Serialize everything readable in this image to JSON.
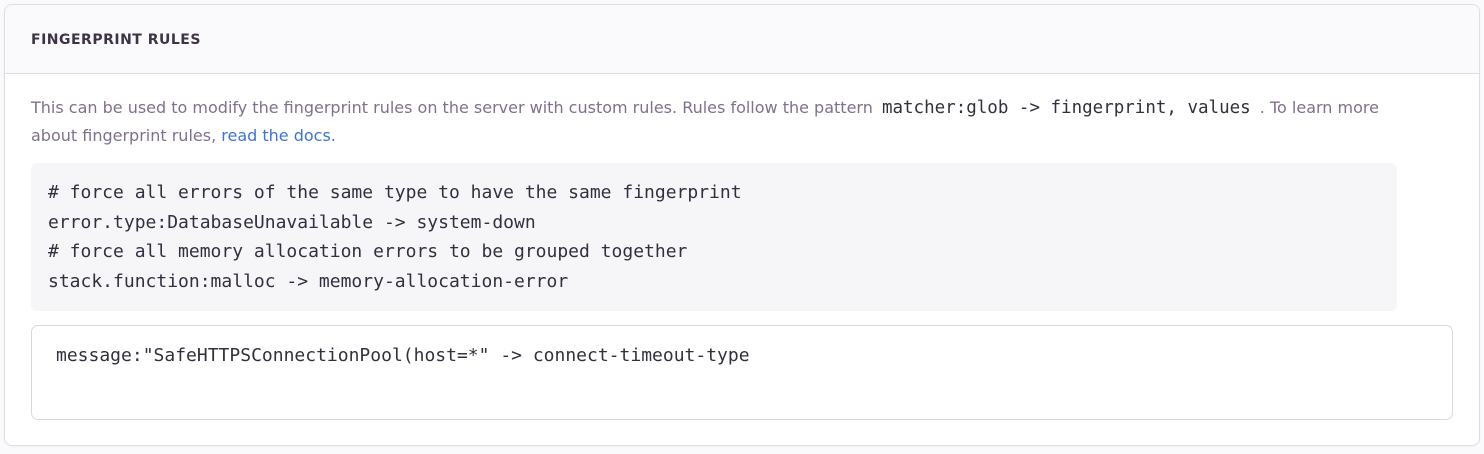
{
  "colors": {
    "page_background": "#FAF9FB",
    "panel_background": "#FFFFFF",
    "panel_border": "#E0DCE5",
    "header_background": "#FAF9FB",
    "header_text": "#3E3446",
    "description_text": "#80708F",
    "code_text": "#342F3E",
    "code_block_background": "#F6F6F8",
    "link_color": "#3C74DD",
    "input_border": "#DCD6E2"
  },
  "panel": {
    "header": {
      "title": "FINGERPRINT RULES"
    },
    "description": {
      "text_before_code": "This can be used to modify the fingerprint rules on the server with custom rules. Rules follow the pattern",
      "inline_code": "matcher:glob -> fingerprint, values",
      "text_after_code": ". To learn more about fingerprint rules,",
      "link_text": "read the docs."
    },
    "example_code_block": "# force all errors of the same type to have the same fingerprint\nerror.type:DatabaseUnavailable -> system-down\n# force all memory allocation errors to be grouped together\nstack.function:malloc -> memory-allocation-error",
    "rules_input": {
      "value": "message:\"SafeHTTPSConnectionPool(host=*\" -> connect-timeout-type"
    }
  }
}
